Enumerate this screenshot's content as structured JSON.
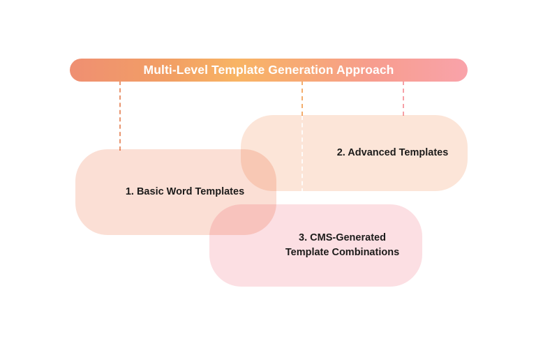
{
  "diagram": {
    "title": "Multi-Level Template Generation Approach",
    "title_gradient": {
      "from": "#ef8f72",
      "mid": "#f8b464",
      "to": "#f9a3aa"
    },
    "text_color": "#1c1b1a",
    "title_text_color": "#ffffff",
    "background": "#ffffff",
    "levels": [
      {
        "id": "level-1",
        "label": "1. Basic Word Templates",
        "color": "#fbdfd5",
        "connector_color": "#e8946e"
      },
      {
        "id": "level-2",
        "label": "2. Advanced Templates",
        "color": "#fce5d8",
        "connector_color": "#f3ad6c"
      },
      {
        "id": "level-3",
        "label": "3. CMS-Generated\nTemplate Combinations",
        "color": "#fcdfe3",
        "connector_color": "#f6a0a6"
      }
    ]
  }
}
